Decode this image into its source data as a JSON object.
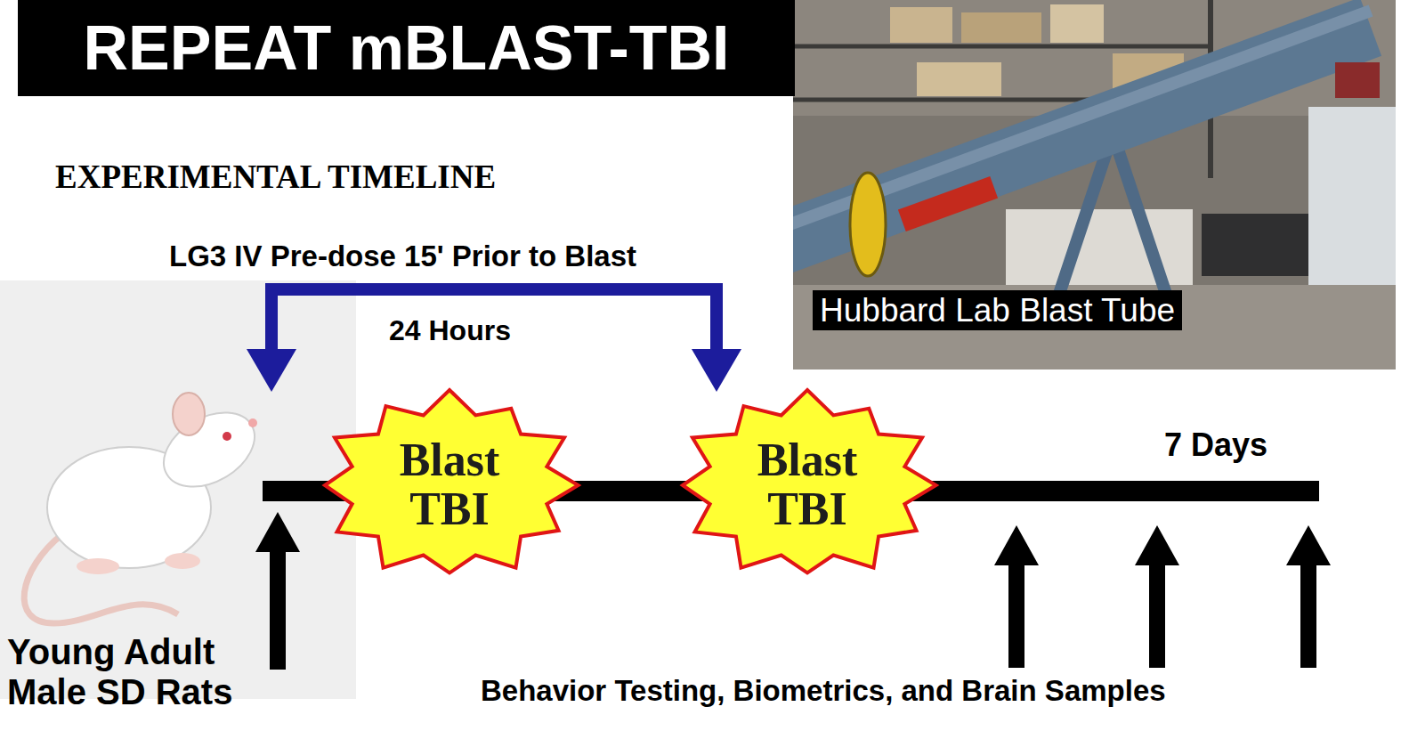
{
  "diagram": {
    "title": "REPEAT mBLAST-TBI",
    "nodes": [
      {
        "text": [
          "Blast TBI"
        ]
      },
      {
        "text": [
          "Blast TBI"
        ]
      }
    ],
    "labels": [
      "EXPERIMENTAL TIMELINE",
      "LG3 IV Pre-dose 15' Prior to Blast",
      "24 Hours",
      "7 Days",
      "Young Adult Male SD Rats",
      "Behavior Testing, Biometrics, and Brain Samples",
      "Hubbard Lab Blast Tube"
    ]
  }
}
